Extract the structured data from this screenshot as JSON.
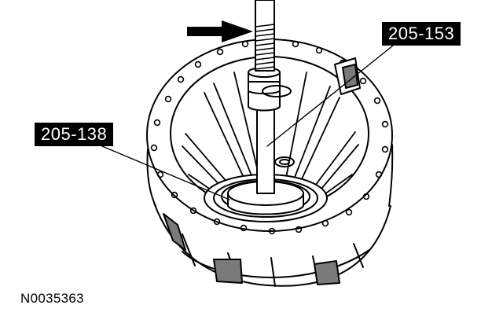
{
  "callouts": [
    {
      "label": "205-153"
    },
    {
      "label": "205-138"
    }
  ],
  "figure_id": "N0035363",
  "colors": {
    "ink": "#000000",
    "paper": "#ffffff",
    "shade": "#7a7a7a"
  },
  "icons": {
    "direction_arrow": "arrow-right-icon"
  }
}
